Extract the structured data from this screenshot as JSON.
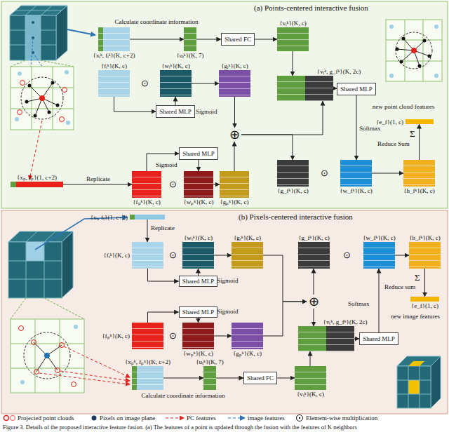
{
  "diagram": {
    "caption": "Figure 3. Details of the proposed interactive feature fusion. (a) The features of a point is updated through the fusion with the features of K neighbors",
    "nodes": [
      {
        "text": [
          "(a) Points-centered interactive fusion"
        ]
      },
      {
        "text": [
          "{xᵢᵏ, fᵢᵏ}(K, c+2)"
        ],
        "in": 0
      },
      {
        "text": [
          "{uᵢᵏ}(K, 7)"
        ],
        "in": 0
      },
      {
        "text": [
          "Shared FC"
        ],
        "in": 0
      },
      {
        "text": [
          "{vᵢᵏ}(K, c)"
        ],
        "in": 0
      },
      {
        "text": [
          "{fᵢᵏ}(K, c)"
        ],
        "in": 0
      },
      {
        "text": [
          "Shared MLP"
        ],
        "in": 0
      },
      {
        "text": [
          "{wᵢᵏ}(K, c)"
        ],
        "in": 0
      },
      {
        "text": [
          "{gᵢᵏ}(K, c)"
        ],
        "in": 0
      },
      {
        "text": [
          "{vᵢᵏ, g_fᵏ}(K, 2c)"
        ],
        "in": 0
      },
      {
        "text": [
          "Shared MLP"
        ],
        "in": 0
      },
      {
        "text": [
          "{e_f}(1, c)"
        ],
        "in": 0
      },
      {
        "text": [
          "{xₚ, fₚ}(1, c+2)"
        ],
        "in": 0
      },
      {
        "text": [
          "{fₚᵏ}(K, c)"
        ],
        "in": 0
      },
      {
        "text": [
          "Shared MLP"
        ],
        "in": 0
      },
      {
        "text": [
          "{wₚᵏ}(K, c)"
        ],
        "in": 0
      },
      {
        "text": [
          "{gₚᵏ}(K, c)"
        ],
        "in": 0
      },
      {
        "text": [
          "⊕"
        ],
        "in": 0
      },
      {
        "text": [
          "{g_fᵏ}(K, c)"
        ],
        "in": 0
      },
      {
        "text": [
          "{w_fᵏ}(K, c)"
        ],
        "in": 0
      },
      {
        "text": [
          "{h_fᵏ}(K, c)"
        ],
        "in": 0
      },
      {
        "text": [
          "(b) Pixels-centered interactive fusion"
        ]
      },
      {
        "text": [
          "{xₜ, fₜ}(1, c+2)"
        ],
        "in": 21
      },
      {
        "text": [
          "{fₜᵏ}(K, c)"
        ],
        "in": 21
      },
      {
        "text": [
          "{wₜᵏ}(K, c)"
        ],
        "in": 21
      },
      {
        "text": [
          "Shared MLP"
        ],
        "in": 21
      },
      {
        "text": [
          "{gₜᵏ}(K, c)"
        ],
        "in": 21
      },
      {
        "text": [
          "{g_fᵏ}(K, c)"
        ],
        "in": 21
      },
      {
        "text": [
          "{w_fᵏ}(K, c)"
        ],
        "in": 21
      },
      {
        "text": [
          "{h_fᵏ}(K, c)"
        ],
        "in": 21
      },
      {
        "text": [
          "{e_f}(1, c)"
        ],
        "in": 21
      },
      {
        "text": [
          "Shared MLP"
        ],
        "in": 21
      },
      {
        "text": [
          "{fₚᵏ}(K, c)"
        ],
        "in": 21
      },
      {
        "text": [
          "{wₚᵏ}(K, c)"
        ],
        "in": 21
      },
      {
        "text": [
          "{gₚᵏ}(K, c)"
        ],
        "in": 21
      },
      {
        "text": [
          "⊕"
        ],
        "in": 21
      },
      {
        "text": [
          "{vₜᵏ, g_fᵏ}(K, 2c)"
        ],
        "in": 21
      },
      {
        "text": [
          "Shared MLP"
        ],
        "in": 21
      },
      {
        "text": [
          "{xₚᵏ, fₚᵏ}(K, c+2)"
        ],
        "in": 21
      },
      {
        "text": [
          "{uₜᵏ}(K, 7)"
        ],
        "in": 21
      },
      {
        "text": [
          "Shared FC"
        ],
        "in": 21
      },
      {
        "text": [
          "{vₜᵏ}(K, c)"
        ],
        "in": 21
      }
    ],
    "edges": [
      {
        "from": 1,
        "to": 2,
        "arrow": "to",
        "label": "Calculate coordinate information"
      },
      {
        "from": 2,
        "to": 3,
        "arrow": "to"
      },
      {
        "from": 3,
        "to": 4,
        "arrow": "to"
      },
      {
        "from": 4,
        "to": 9,
        "arrow": "to"
      },
      {
        "from": 5,
        "to": 6,
        "arrow": "to"
      },
      {
        "from": 6,
        "to": 7,
        "arrow": "to"
      },
      {
        "from": 7,
        "to": 8,
        "arrow": "to"
      },
      {
        "from": 8,
        "to": 17,
        "arrow": "to"
      },
      {
        "from": 16,
        "to": 17,
        "arrow": "to"
      },
      {
        "from": 12,
        "to": 13,
        "arrow": "to",
        "label": "Replicate"
      },
      {
        "from": 13,
        "to": 14,
        "arrow": "to"
      },
      {
        "from": 14,
        "to": 15,
        "arrow": "to"
      },
      {
        "from": 15,
        "to": 16,
        "arrow": "to"
      },
      {
        "from": 17,
        "to": 18,
        "arrow": "to"
      },
      {
        "from": 17,
        "to": 9,
        "arrow": "to"
      },
      {
        "from": 9,
        "to": 10,
        "arrow": "to"
      },
      {
        "from": 10,
        "to": 19,
        "arrow": "to"
      },
      {
        "from": 19,
        "to": 20,
        "arrow": "to"
      },
      {
        "from": 20,
        "to": 11,
        "arrow": "to"
      },
      {
        "from": 22,
        "to": 23,
        "arrow": "to",
        "label": "Replicate"
      },
      {
        "from": 23,
        "to": 25,
        "arrow": "to"
      },
      {
        "from": 25,
        "to": 24,
        "arrow": "to"
      },
      {
        "from": 24,
        "to": 26,
        "arrow": "to"
      },
      {
        "from": 26,
        "to": 35,
        "arrow": "to"
      },
      {
        "from": 34,
        "to": 35,
        "arrow": "to"
      },
      {
        "from": 35,
        "to": 27,
        "arrow": "to"
      },
      {
        "from": 35,
        "to": 36,
        "arrow": "to"
      },
      {
        "from": 28,
        "to": 29,
        "arrow": "to"
      },
      {
        "from": 29,
        "to": 30,
        "arrow": "to"
      },
      {
        "from": 36,
        "to": 37,
        "arrow": "to"
      },
      {
        "from": 37,
        "to": 28,
        "arrow": "to"
      },
      {
        "from": 32,
        "to": 31,
        "arrow": "to"
      },
      {
        "from": 31,
        "to": 33,
        "arrow": "to"
      },
      {
        "from": 33,
        "to": 34,
        "arrow": "to"
      },
      {
        "from": 38,
        "to": 39,
        "arrow": "to",
        "label": "Calculate coordinate information"
      },
      {
        "from": 39,
        "to": 40,
        "arrow": "to"
      },
      {
        "from": 40,
        "to": 41,
        "arrow": "to"
      },
      {
        "from": 41,
        "to": 36,
        "arrow": "to"
      }
    ],
    "labels": [
      "⊙",
      "⊙",
      "⊙",
      "Sigmoid",
      "Sigmoid",
      "Softmax",
      "Σ",
      "Reduce Sum",
      "new point cloud features",
      "⊙",
      "⊙",
      "⊙",
      "Sigmoid",
      "Sigmoid",
      "Softmax",
      "Σ",
      "Reduce sum",
      "new image features"
    ],
    "legend": [
      {
        "text": "Projected point clouds"
      },
      {
        "text": "Pixels on image plane"
      },
      {
        "text": "PC features"
      },
      {
        "text": "image features"
      },
      {
        "text": "Element-wise multiplication"
      }
    ]
  }
}
